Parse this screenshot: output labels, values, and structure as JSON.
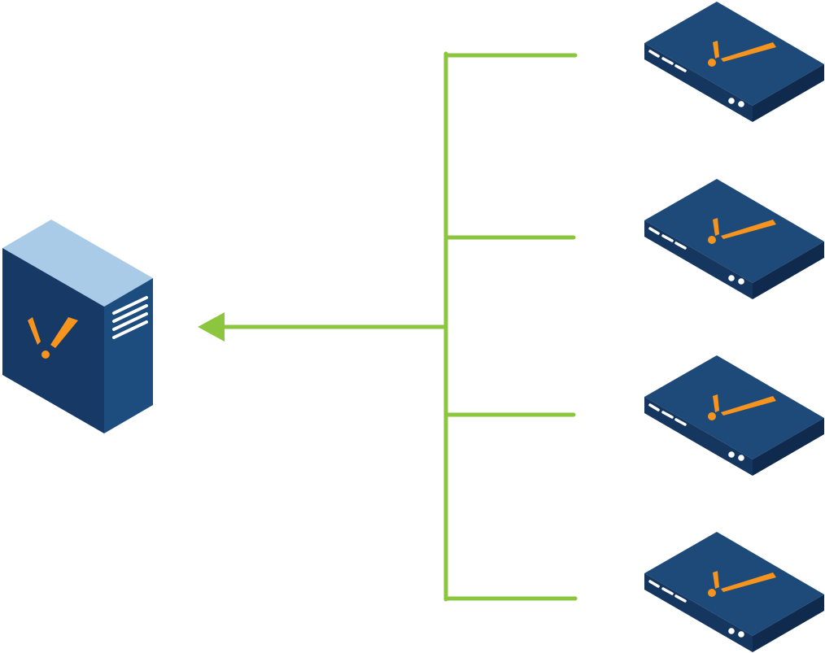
{
  "diagram": {
    "type": "network-topology",
    "background": "#ffffff",
    "colors": {
      "connector": "#8cc63f",
      "server_top": "#a9cbe8",
      "server_left": "#163966",
      "server_right": "#1d4c7e",
      "appliance_top": "#1e4a7a",
      "appliance_left": "#15365f",
      "appliance_right": "#0f2a4d",
      "logo": "#f7941d",
      "detail": "#ffffff"
    },
    "nodes": [
      {
        "id": "central-server",
        "kind": "server",
        "icon": "server-tower-icon",
        "logo": "exclamation-logo"
      },
      {
        "id": "appliance-1",
        "kind": "appliance",
        "icon": "rack-appliance-icon",
        "logo": "exclamation-logo"
      },
      {
        "id": "appliance-2",
        "kind": "appliance",
        "icon": "rack-appliance-icon",
        "logo": "exclamation-logo"
      },
      {
        "id": "appliance-3",
        "kind": "appliance",
        "icon": "rack-appliance-icon",
        "logo": "exclamation-logo"
      },
      {
        "id": "appliance-4",
        "kind": "appliance",
        "icon": "rack-appliance-icon",
        "logo": "exclamation-logo"
      }
    ],
    "edges": [
      {
        "from": "appliance-1",
        "to": "central-server",
        "arrow": "to"
      },
      {
        "from": "appliance-2",
        "to": "central-server",
        "arrow": "to"
      },
      {
        "from": "appliance-3",
        "to": "central-server",
        "arrow": "to"
      },
      {
        "from": "appliance-4",
        "to": "central-server",
        "arrow": "to"
      }
    ]
  }
}
